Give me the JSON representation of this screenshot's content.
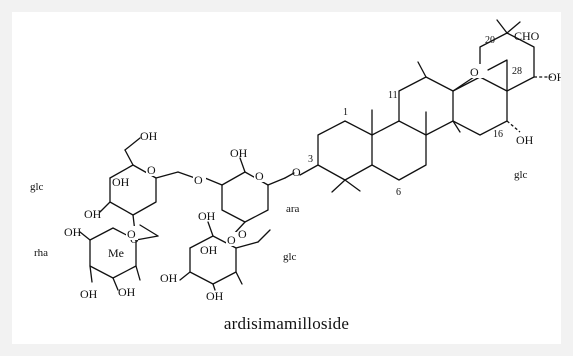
{
  "compound_name": "ardisimamilloside",
  "sugar_labels": {
    "glc_outer": "glc",
    "rha": "rha",
    "ara": "ara",
    "glc_lower": "glc",
    "glc_right": "glc"
  },
  "atom_labels": {
    "cho": "CHO",
    "oh": "OH",
    "o": "O",
    "me": "Me"
  },
  "carbon_numbers": {
    "c1": "1",
    "c3": "3",
    "c6": "6",
    "c11": "11",
    "c16": "16",
    "c20": "20",
    "c28": "28"
  }
}
